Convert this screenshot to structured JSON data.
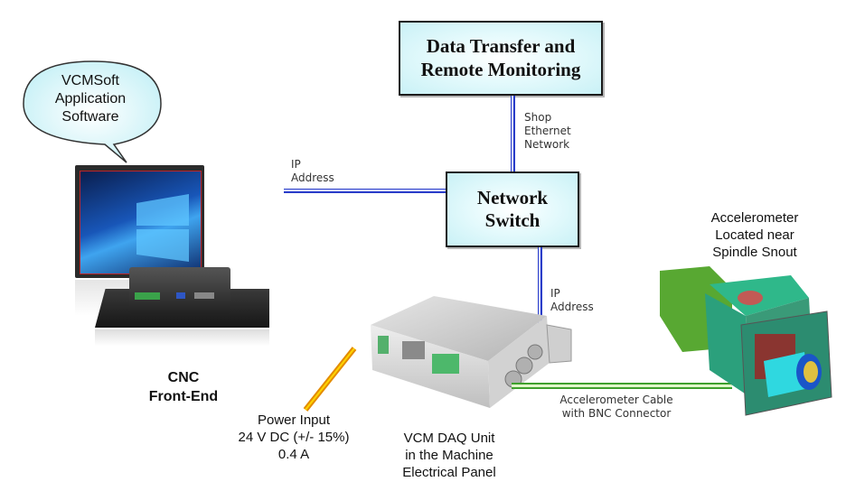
{
  "bubble": {
    "lines": [
      "VCMSoft",
      "Application",
      "Software"
    ]
  },
  "boxes": {
    "data_transfer": {
      "line1": "Data Transfer and",
      "line2": "Remote Monitoring"
    },
    "network_switch": {
      "line1": "Network",
      "line2": "Switch"
    }
  },
  "links": {
    "shop_ethernet": {
      "lines": [
        "Shop",
        "Ethernet",
        "Network"
      ]
    },
    "ip_address_left": {
      "lines": [
        "IP",
        "Address"
      ]
    },
    "ip_address_right": {
      "lines": [
        "IP",
        "Address"
      ]
    },
    "accel_cable": {
      "lines": [
        "Accelerometer Cable",
        "with BNC Connector"
      ]
    }
  },
  "captions": {
    "cnc": {
      "lines": [
        "CNC",
        "Front-End"
      ]
    },
    "power": {
      "lines": [
        "Power Input",
        "24 V DC (+/- 15%)",
        "0.4 A"
      ]
    },
    "daq": {
      "lines": [
        "VCM DAQ Unit",
        "in the Machine",
        "Electrical Panel"
      ]
    },
    "accelerometer": {
      "lines": [
        "Accelerometer",
        "Located near",
        "Spindle Snout"
      ]
    }
  },
  "colors": {
    "box_fill": "#c9f1f6",
    "network_line": "#2b3ec9",
    "cable_line": "#3ea02c",
    "power_wire": "#e0a000"
  }
}
